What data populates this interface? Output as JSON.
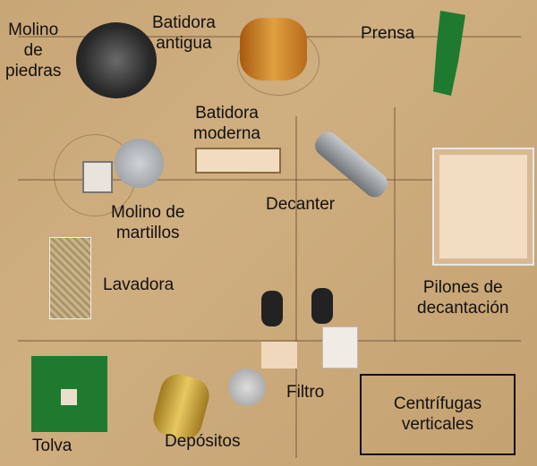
{
  "labels": {
    "molino_piedras": [
      "Molino",
      "de",
      "piedras"
    ],
    "batidora_antigua": [
      "Batidora",
      "antigua"
    ],
    "prensa": "Prensa",
    "batidora_moderna": [
      "Batidora",
      "moderna"
    ],
    "decanter": "Decanter",
    "molino_martillos": [
      "Molino de",
      "martillos"
    ],
    "lavadora": "Lavadora",
    "pilones": [
      "Pilones de",
      "decantación"
    ],
    "filtro": "Filtro",
    "centrifugas": [
      "Centrífugas",
      "verticales"
    ],
    "tolva": "Tolva",
    "depositos": "Depósitos"
  },
  "colors": {
    "cardboard": "#c8a676",
    "green_model": "#1e7a2e",
    "dark_model": "#2a2a2a",
    "metal": "#9a9ea3",
    "wood": "#e9c9a2"
  }
}
